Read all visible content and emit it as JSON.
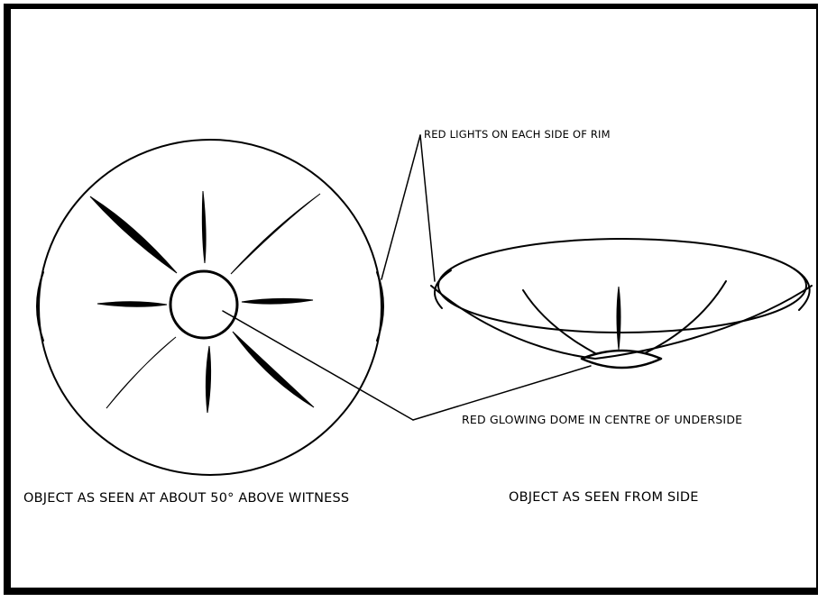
{
  "labels": {
    "rim_lights": "RED LIGHTS ON EACH SIDE OF RIM",
    "dome": "RED GLOWING DOME IN CENTRE OF UNDERSIDE"
  },
  "captions": {
    "top_view": "OBJECT AS SEEN AT ABOUT 50° ABOVE WITNESS",
    "side_view": "OBJECT AS SEEN FROM SIDE"
  },
  "colors": {
    "ink": "#000000",
    "paper": "#ffffff"
  }
}
